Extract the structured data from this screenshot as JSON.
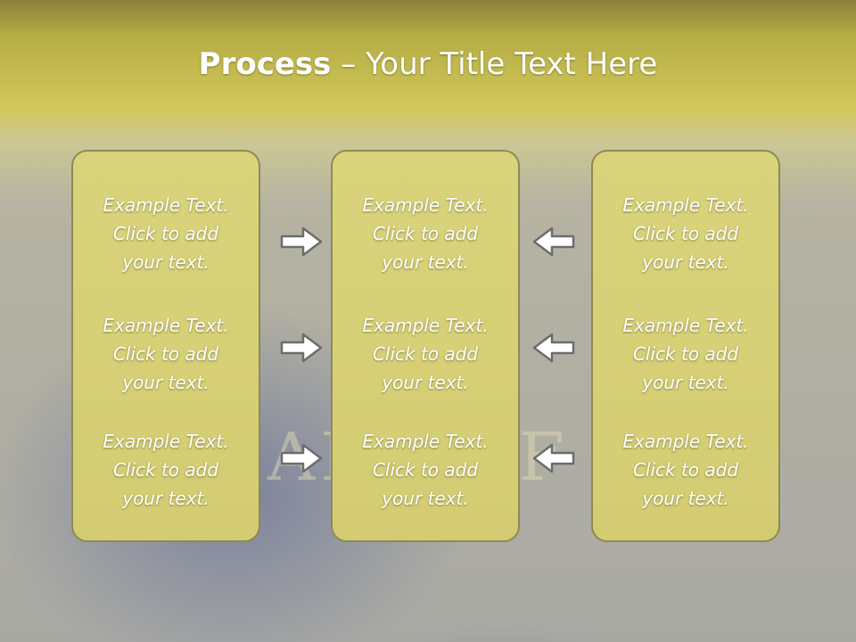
{
  "title": {
    "bold": "Process",
    "dash": " – ",
    "rest": "Your Title Text Here"
  },
  "watermark": "AN    REF      N",
  "columns": [
    {
      "items": [
        {
          "l1": "Example Text.",
          "l2": "Click  to add",
          "l3": "your text."
        },
        {
          "l1": "Example Text.",
          "l2": "Click  to add",
          "l3": "your text."
        },
        {
          "l1": "Example Text.",
          "l2": "Click  to add",
          "l3": "your text."
        }
      ]
    },
    {
      "items": [
        {
          "l1": "Example Text.",
          "l2": "Click  to add",
          "l3": "your text."
        },
        {
          "l1": "Example Text.",
          "l2": "Click  to add",
          "l3": "your text."
        },
        {
          "l1": "Example Text.",
          "l2": "Click  to add",
          "l3": "your text."
        }
      ]
    },
    {
      "items": [
        {
          "l1": "Example Text.",
          "l2": "Click  to add",
          "l3": "your text."
        },
        {
          "l1": "Example Text.",
          "l2": "Click  to add",
          "l3": "your text."
        },
        {
          "l1": "Example Text.",
          "l2": "Click  to add",
          "l3": "your text."
        }
      ]
    }
  ],
  "icons": {
    "right": "arrow-right-icon",
    "left": "arrow-left-icon"
  }
}
